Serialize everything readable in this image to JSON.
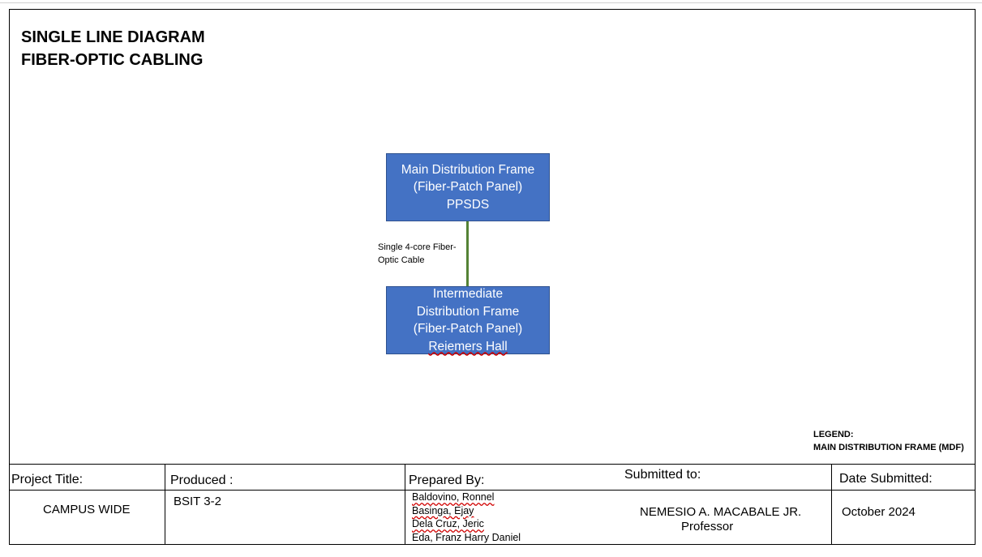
{
  "title": {
    "line1": "SINGLE LINE DIAGRAM",
    "line2": "FIBER-OPTIC CABLING"
  },
  "diagram": {
    "mdf": [
      "Main Distribution Frame",
      "(Fiber-Patch Panel)",
      "PPSDS"
    ],
    "idf": [
      "Intermediate",
      "Distribution Frame",
      "(Fiber-Patch Panel)",
      "Reiemers Hall"
    ],
    "cable_label": [
      "Single 4-core Fiber-",
      "Optic Cable"
    ]
  },
  "legend": {
    "heading": "LEGEND:",
    "item": "MAIN DISTRIBUTION FRAME (MDF)"
  },
  "title_block": {
    "project_title_label": "Project Title:",
    "project_title_value": "CAMPUS WIDE",
    "produced_label": "Produced :",
    "produced_value": "BSIT 3-2",
    "prepared_label": "Prepared By:",
    "prepared_names": [
      "Baldovino, Ronnel",
      "Basinga, Ejay",
      "Dela Cruz, Jeric",
      "Eda, Franz Harry Daniel"
    ],
    "submitted_label": "Submitted to:",
    "submitted_name": "NEMESIO A. MACABALE JR.",
    "submitted_role": "Professor",
    "date_label": "Date Submitted:",
    "date_value": "October 2024"
  },
  "colors": {
    "box_fill": "#4472c4",
    "box_border": "#2f528f",
    "cable": "#548235",
    "spellcheck_underline": "#d00000"
  }
}
